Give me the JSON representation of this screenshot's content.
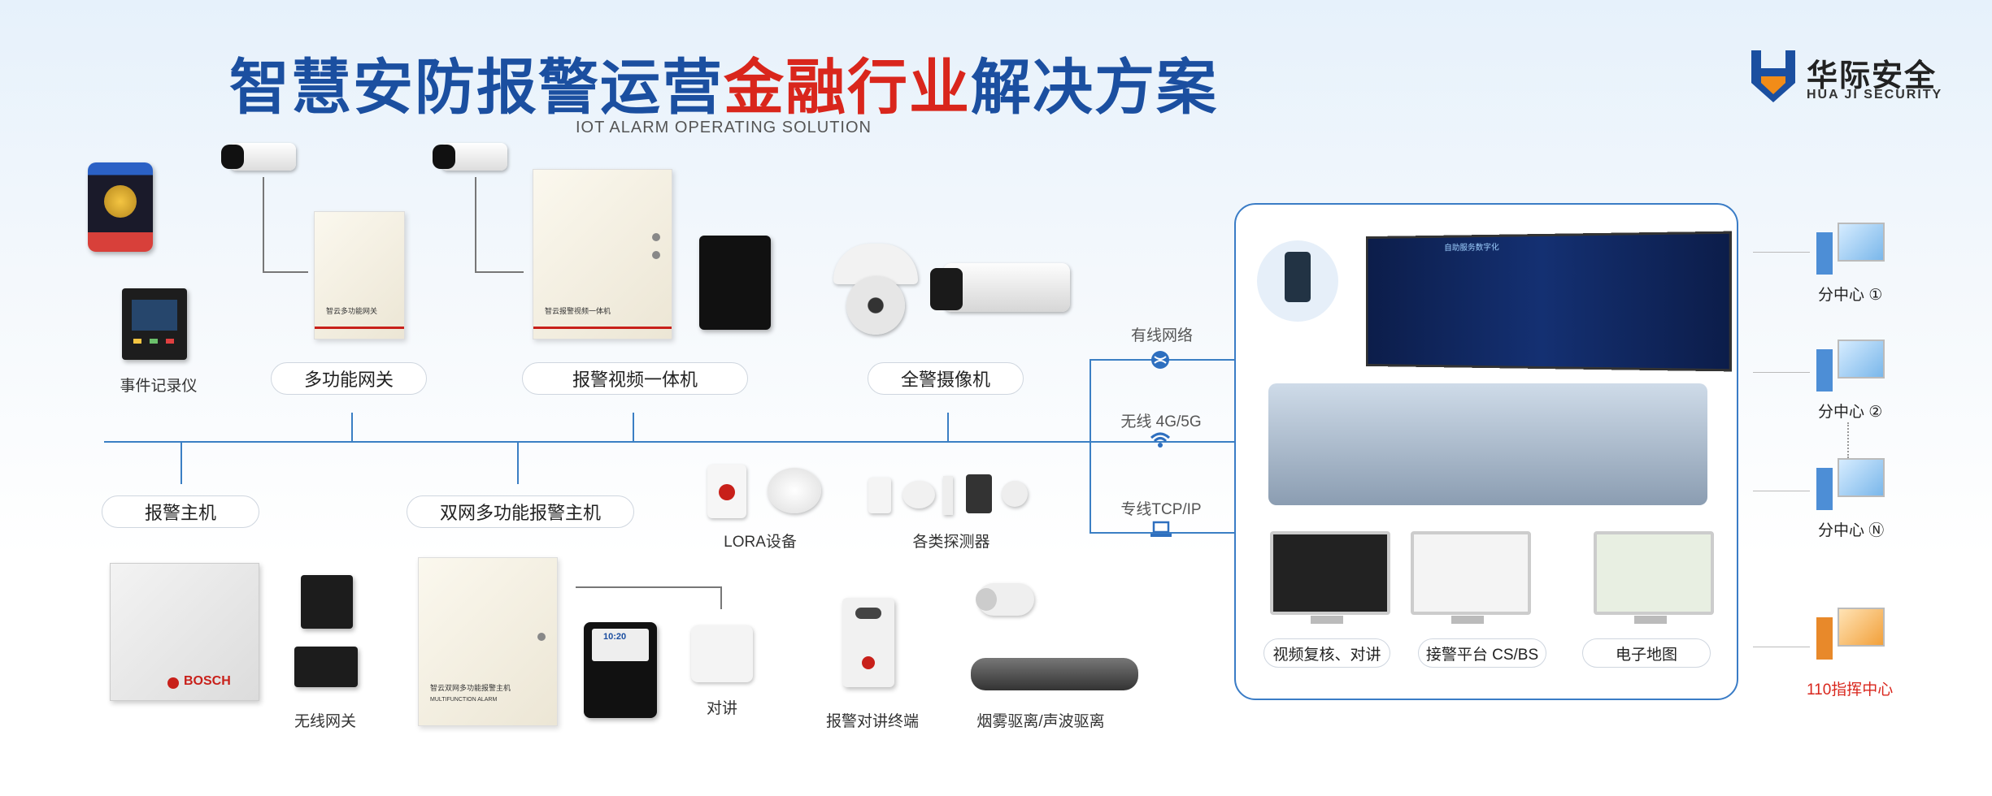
{
  "header": {
    "title_part1": "智慧安防报警运营",
    "title_part2": "金融行业",
    "title_part3": "解决方案",
    "subtitle": "IOT ALARM OPERATING SOLUTION"
  },
  "logo": {
    "cn": "华际安全",
    "en": "HUA JI SECURITY"
  },
  "top_labels": {
    "event_recorder": "事件记录仪",
    "gateway": "多功能网关",
    "video_alarm": "报警视频一体机",
    "alert_camera": "全警摄像机"
  },
  "bottom_labels": {
    "alarm_host": "报警主机",
    "dual_net_host": "双网多功能报警主机",
    "lora": "LORA设备",
    "detectors": "各类探测器",
    "wireless_gateway": "无线网关",
    "intercom": "对讲",
    "alarm_terminal": "报警对讲终端",
    "smoke_sonic": "烟雾驱离/声波驱离"
  },
  "device_text": {
    "bosch": "BOSCH",
    "gateway_box": "智云多功能网关",
    "video_box": "智云报警视频一体机",
    "dual_box": "智云双网多功能报警主机",
    "dual_box_en": "MULTIFUNCTION ALARM",
    "keypad_time": "10:20"
  },
  "network": {
    "wired": "有线网络",
    "wireless": "无线 4G/5G",
    "private": "专线TCP/IP"
  },
  "platform": {
    "video": "视频复核、对讲",
    "cs_bs": "接警平台 CS/BS",
    "map": "电子地图",
    "wall_title": "自助服务数字化"
  },
  "centers": {
    "c1": "分中心 ①",
    "c2": "分中心 ②",
    "cn": "分中心 Ⓝ",
    "c110": "110指挥中心"
  },
  "colors": {
    "blue": "#1b4fa0",
    "red": "#d9261c",
    "line": "#3b7fc4"
  }
}
